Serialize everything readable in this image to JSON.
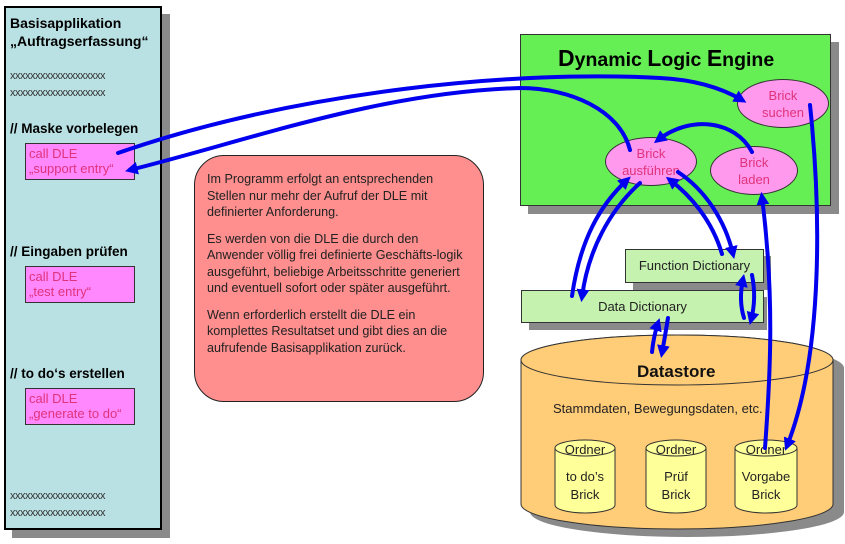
{
  "left_panel": {
    "title_line1": "Basisapplikation",
    "title_line2": "„Auftragserfassung“",
    "filler_rows": [
      "xxxxxxxxxxxxxxxxxxx",
      "xxxxxxxxxxxxxxxxxxx",
      "xxxxxxxxxxxxxxxxxxx",
      "xxxxxxxxxxxxxxxxxxx"
    ],
    "sections": [
      {
        "heading": "// Maske vorbelegen",
        "call_line1": "call DLE",
        "call_line2": "„support entry“"
      },
      {
        "heading": "// Eingaben prüfen",
        "call_line1": "call DLE",
        "call_line2": "„test entry“"
      },
      {
        "heading": "// to do‘s erstellen",
        "call_line1": "call DLE",
        "call_line2": "„generate to do“"
      }
    ]
  },
  "note": {
    "paragraphs": [
      "Im Programm erfolgt an entsprechenden Stellen nur mehr der Aufruf der DLE mit definierter Anforderung.",
      "Es werden von die DLE die durch den Anwender völlig frei definierte Geschäfts-logik ausgeführt, beliebige Arbeitsschritte generiert und eventuell sofort oder später ausgeführt.",
      "Wenn erforderlich erstellt die DLE ein komplettes Resultatset und gibt dies an die aufrufende Basisapplikation zurück."
    ]
  },
  "engine": {
    "title_D": "D",
    "title_ynamic": "ynamic ",
    "title_L": "L",
    "title_ogic": "ogic ",
    "title_E": "E",
    "title_ngine": "ngine",
    "bricks": [
      {
        "line1": "Brick",
        "line2": "suchen"
      },
      {
        "line1": "Brick",
        "line2": "ausführen"
      },
      {
        "line1": "Brick",
        "line2": "laden"
      }
    ]
  },
  "dictionaries": {
    "function": "Function Dictionary",
    "data": "Data Dictionary"
  },
  "datastore": {
    "title": "Datastore",
    "subtitle": "Stammdaten,  Bewegungsdaten,  etc.",
    "folders": [
      {
        "lid": "Ordner",
        "line1": "to do’s",
        "line2": "Brick"
      },
      {
        "lid": "Ordner",
        "line1": "Prüf",
        "line2": "Brick"
      },
      {
        "lid": "Ordner",
        "line1": "Vorgabe",
        "line2": "Brick"
      }
    ]
  },
  "colors": {
    "panel": "#b9e0e2",
    "call_box": "#ff88ff",
    "note": "#ff8e8e",
    "engine": "#66ee55",
    "brick": "#ff99ee",
    "dictionary": "#c6f2b0",
    "datastore": "#ffcc77",
    "folder": "#ffff99",
    "arrow": "#0000ee"
  }
}
